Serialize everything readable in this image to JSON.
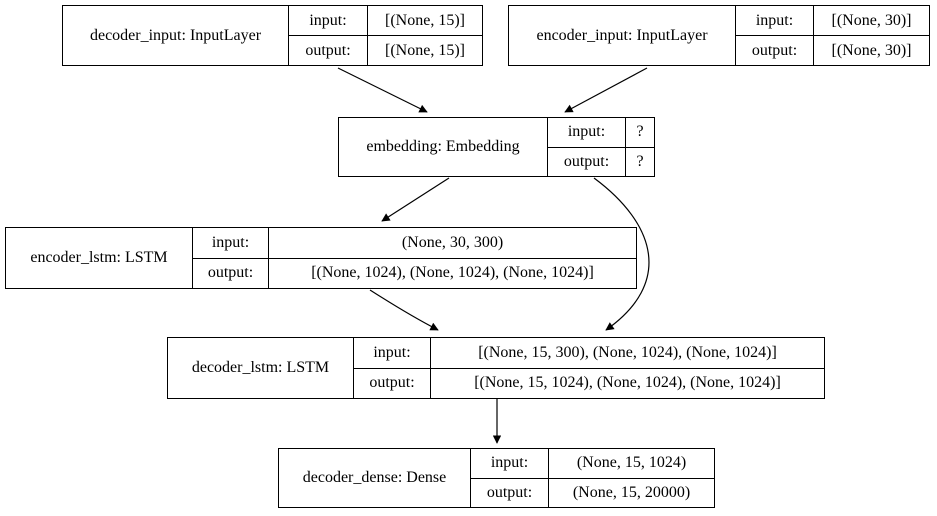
{
  "diagram": {
    "kind": "keras-model-architecture",
    "colors": {
      "border": "#000000",
      "background": "#ffffff",
      "text": "#000000"
    },
    "nodes": [
      {
        "id": "decoder_input",
        "title": "decoder_input: InputLayer",
        "input_label": "input:",
        "output_label": "output:",
        "input_value": "[(None, 15)]",
        "output_value": "[(None, 15)]"
      },
      {
        "id": "encoder_input",
        "title": "encoder_input: InputLayer",
        "input_label": "input:",
        "output_label": "output:",
        "input_value": "[(None, 30)]",
        "output_value": "[(None, 30)]"
      },
      {
        "id": "embedding",
        "title": "embedding: Embedding",
        "input_label": "input:",
        "output_label": "output:",
        "input_value": "?",
        "output_value": "?"
      },
      {
        "id": "encoder_lstm",
        "title": "encoder_lstm: LSTM",
        "input_label": "input:",
        "output_label": "output:",
        "input_value": "(None, 30, 300)",
        "output_value": "[(None, 1024), (None, 1024), (None, 1024)]"
      },
      {
        "id": "decoder_lstm",
        "title": "decoder_lstm: LSTM",
        "input_label": "input:",
        "output_label": "output:",
        "input_value": "[(None, 15, 300), (None, 1024), (None, 1024)]",
        "output_value": "[(None, 15, 1024), (None, 1024), (None, 1024)]"
      },
      {
        "id": "decoder_dense",
        "title": "decoder_dense: Dense",
        "input_label": "input:",
        "output_label": "output:",
        "input_value": "(None, 15, 1024)",
        "output_value": "(None, 15, 20000)"
      }
    ],
    "edges": [
      {
        "from": "decoder_input",
        "to": "embedding"
      },
      {
        "from": "encoder_input",
        "to": "embedding"
      },
      {
        "from": "embedding",
        "to": "encoder_lstm"
      },
      {
        "from": "embedding",
        "to": "decoder_lstm"
      },
      {
        "from": "encoder_lstm",
        "to": "decoder_lstm"
      },
      {
        "from": "decoder_lstm",
        "to": "decoder_dense"
      }
    ]
  }
}
